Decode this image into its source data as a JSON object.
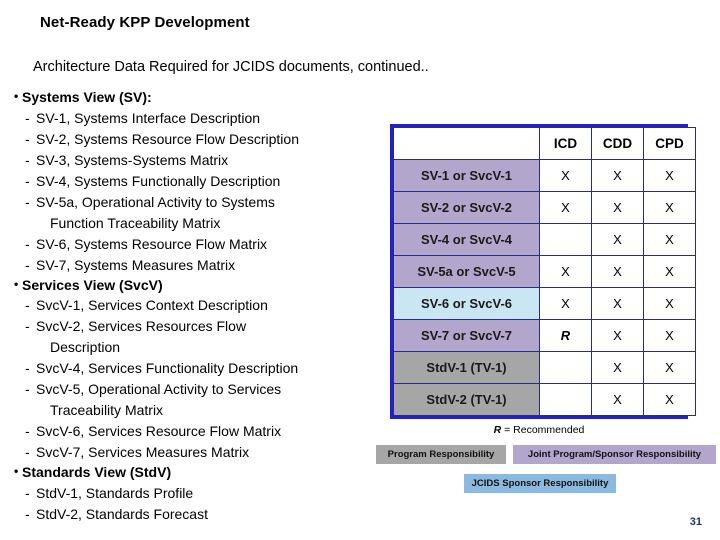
{
  "slide": {
    "title": "Net-Ready KPP Development",
    "subtitle": "Architecture Data Required for JCIDS documents, continued..",
    "page_number": "31",
    "page_number_color": "#1f3864"
  },
  "bullets": {
    "groups": [
      {
        "heading": "Systems View (SV):",
        "items": [
          {
            "text": "SV-1, Systems Interface Description",
            "continuation": false
          },
          {
            "text": "SV-2, Systems Resource Flow Description",
            "continuation": false
          },
          {
            "text": "SV-3, Systems-Systems Matrix",
            "continuation": false
          },
          {
            "text": "SV-4, Systems Functionally Description",
            "continuation": false
          },
          {
            "text": "SV-5a, Operational Activity to Systems",
            "continuation": false
          },
          {
            "text": "Function Traceability Matrix",
            "continuation": true
          },
          {
            "text": "SV-6, Systems Resource Flow Matrix",
            "continuation": false
          },
          {
            "text": "SV-7, Systems Measures Matrix",
            "continuation": false
          }
        ]
      },
      {
        "heading": "Services View (SvcV)",
        "items": [
          {
            "text": "SvcV-1, Services Context Description",
            "continuation": false
          },
          {
            "text": "SvcV-2, Services Resources Flow",
            "continuation": false
          },
          {
            "text": "Description",
            "continuation": true
          },
          {
            "text": "SvcV-4, Services Functionality Description",
            "continuation": false
          },
          {
            "text": "SvcV-5, Operational Activity to Services",
            "continuation": false
          },
          {
            "text": "Traceability Matrix",
            "continuation": true
          },
          {
            "text": "SvcV-6, Services Resource Flow Matrix",
            "continuation": false
          },
          {
            "text": "SvcV-7, Services Measures Matrix",
            "continuation": false
          }
        ]
      },
      {
        "heading": "Standards View (StdV)",
        "items": [
          {
            "text": "StdV-1, Standards Profile",
            "continuation": false
          },
          {
            "text": "StdV-2, Standards Forecast",
            "continuation": false
          }
        ]
      }
    ]
  },
  "matrix": {
    "corner_header": "",
    "columns": [
      "ICD",
      "CDD",
      "CPD"
    ],
    "rows": [
      {
        "label": "SV-1 or SvcV-1",
        "tint": "purple",
        "marks": [
          "X",
          "X",
          "X"
        ]
      },
      {
        "label": "SV-2 or SvcV-2",
        "tint": "purple",
        "marks": [
          "X",
          "X",
          "X"
        ]
      },
      {
        "label": "SV-4 or SvcV-4",
        "tint": "purple",
        "marks": [
          "",
          "X",
          "X"
        ]
      },
      {
        "label": "SV-5a or SvcV-5",
        "tint": "purple",
        "marks": [
          "X",
          "X",
          "X"
        ]
      },
      {
        "label": "SV-6 or SvcV-6",
        "tint": "blue",
        "marks": [
          "X",
          "X",
          "X"
        ]
      },
      {
        "label": "SV-7 or SvcV-7",
        "tint": "purple",
        "marks": [
          "R",
          "X",
          "X"
        ]
      },
      {
        "label": "StdV-1 (TV-1)",
        "tint": "gray",
        "marks": [
          "",
          "X",
          "X"
        ]
      },
      {
        "label": "StdV-2 (TV-1)",
        "tint": "gray",
        "marks": [
          "",
          "X",
          "X"
        ]
      }
    ],
    "border_color": "#2222cc",
    "tint_colors": {
      "purple": "#b3a6cc",
      "blue": "#c9e6f2",
      "gray": "#a6a6a6"
    }
  },
  "legend": {
    "recommended_note_symbol": "R",
    "recommended_note_text": "= Recommended",
    "chips": [
      {
        "label": "Program Responsibility",
        "color": "#a6a6a6"
      },
      {
        "label": "Joint Program/Sponsor Responsibility",
        "color": "#b3a6cc"
      },
      {
        "label": "JCIDS Sponsor Responsibility",
        "color": "#8cb9e0"
      }
    ]
  }
}
